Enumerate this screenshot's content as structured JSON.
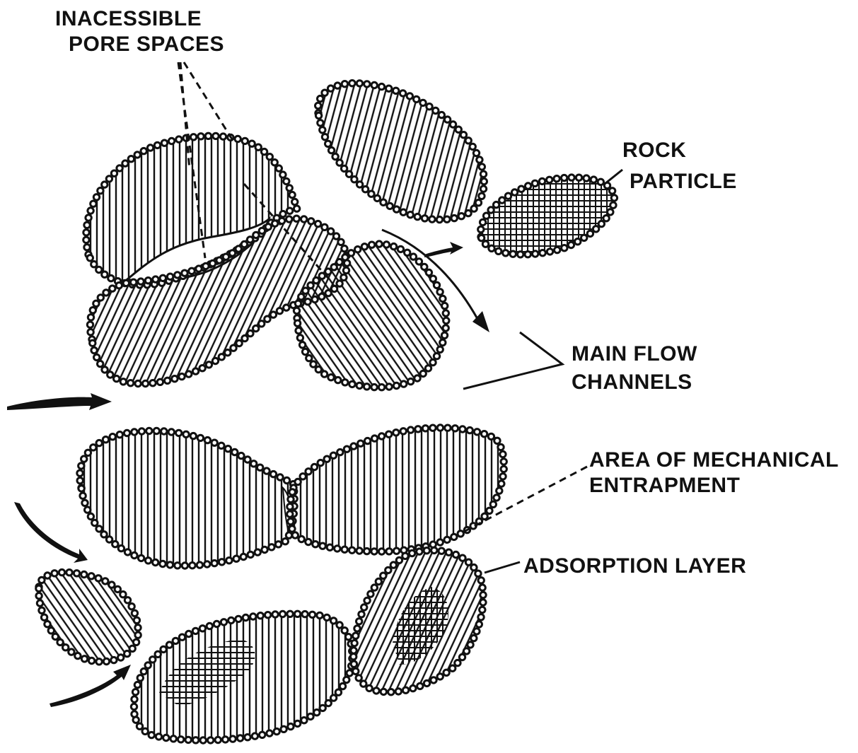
{
  "labels": {
    "inaccessible_line1": "INACESSIBLE",
    "inaccessible_line2": "PORE SPACES",
    "rock_line1": "ROCK",
    "rock_line2": "PARTICLE",
    "flow_line1": "MAIN FLOW",
    "flow_line2": "CHANNELS",
    "entrapment_line1": "AREA OF MECHANICAL",
    "entrapment_line2": "ENTRAPMENT",
    "adsorption": "ADSORPTION LAYER"
  },
  "colors": {
    "ink": "#111111",
    "paper": "#ffffff"
  }
}
